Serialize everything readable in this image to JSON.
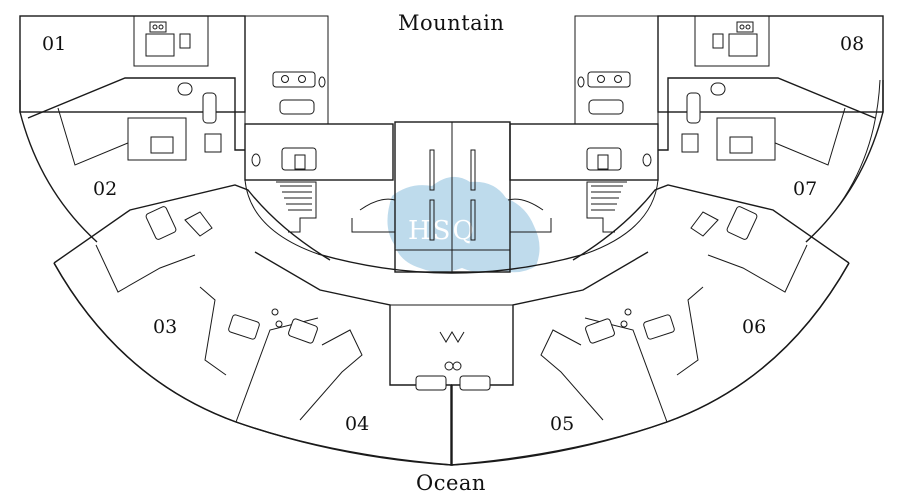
{
  "orientation": {
    "top": "Mountain",
    "bottom": "Ocean"
  },
  "units": {
    "u01": "01",
    "u02": "02",
    "u03": "03",
    "u04": "04",
    "u05": "05",
    "u06": "06",
    "u07": "07",
    "u08": "08"
  },
  "watermark": {
    "text": "HSQ",
    "color": "#a9cfe6"
  }
}
